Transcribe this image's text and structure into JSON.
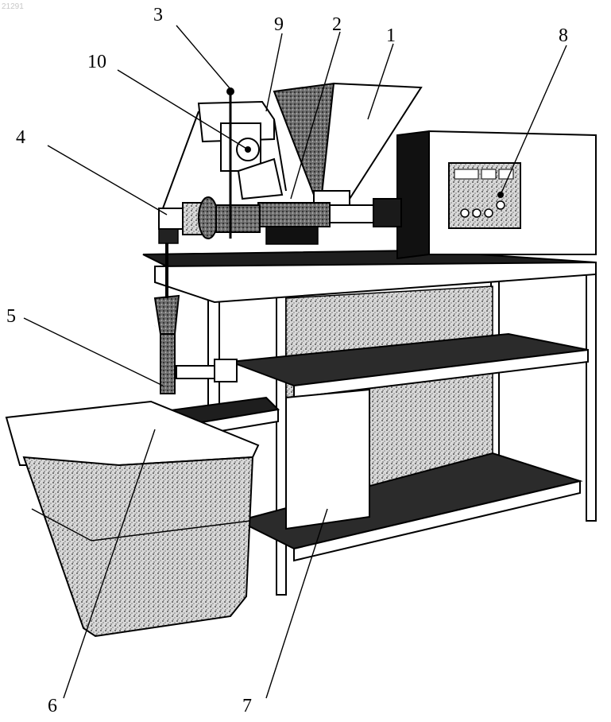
{
  "watermark": "21291",
  "labels": [
    "1",
    "2",
    "3",
    "4",
    "5",
    "6",
    "7",
    "8",
    "9",
    "10"
  ],
  "colors": {
    "ink": "#000000",
    "paper": "#ffffff",
    "dark": "#2b2b2b",
    "mid": "#8a8a8a",
    "light": "#cfcfcf"
  }
}
